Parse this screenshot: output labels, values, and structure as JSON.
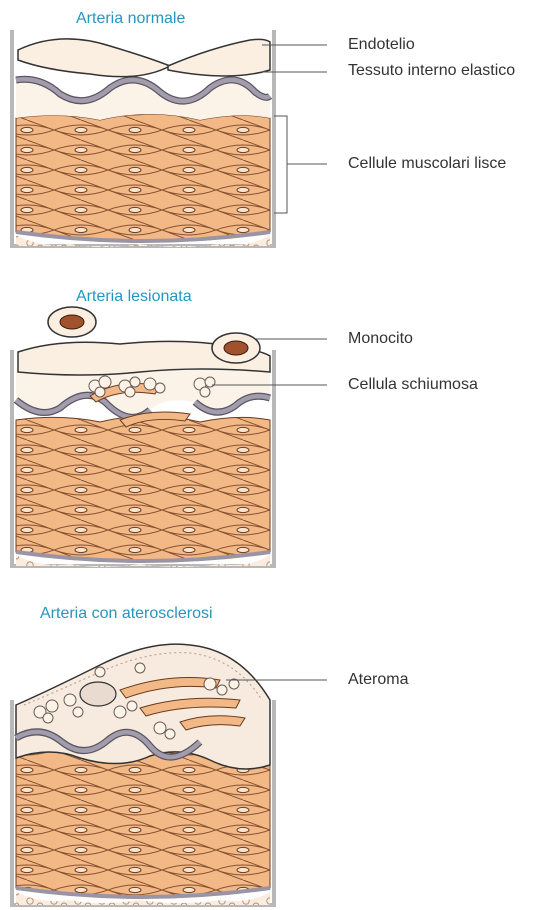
{
  "colors": {
    "title": "#2596be",
    "label": "#333333",
    "muscle": "#f2b886",
    "membrane": "#9a94a4",
    "endothelium": "#fbefe2",
    "frame": "#b8b8b8"
  },
  "panels": [
    {
      "title": "Arteria normale",
      "labels": [
        "Endotelio",
        "Tessuto interno elastico",
        "Cellule muscolari lisce"
      ]
    },
    {
      "title": "Arteria lesionata",
      "labels": [
        "Monocito",
        "Cellula schiumosa"
      ]
    },
    {
      "title": "Arteria con aterosclerosi",
      "labels": [
        "Ateroma"
      ]
    }
  ]
}
